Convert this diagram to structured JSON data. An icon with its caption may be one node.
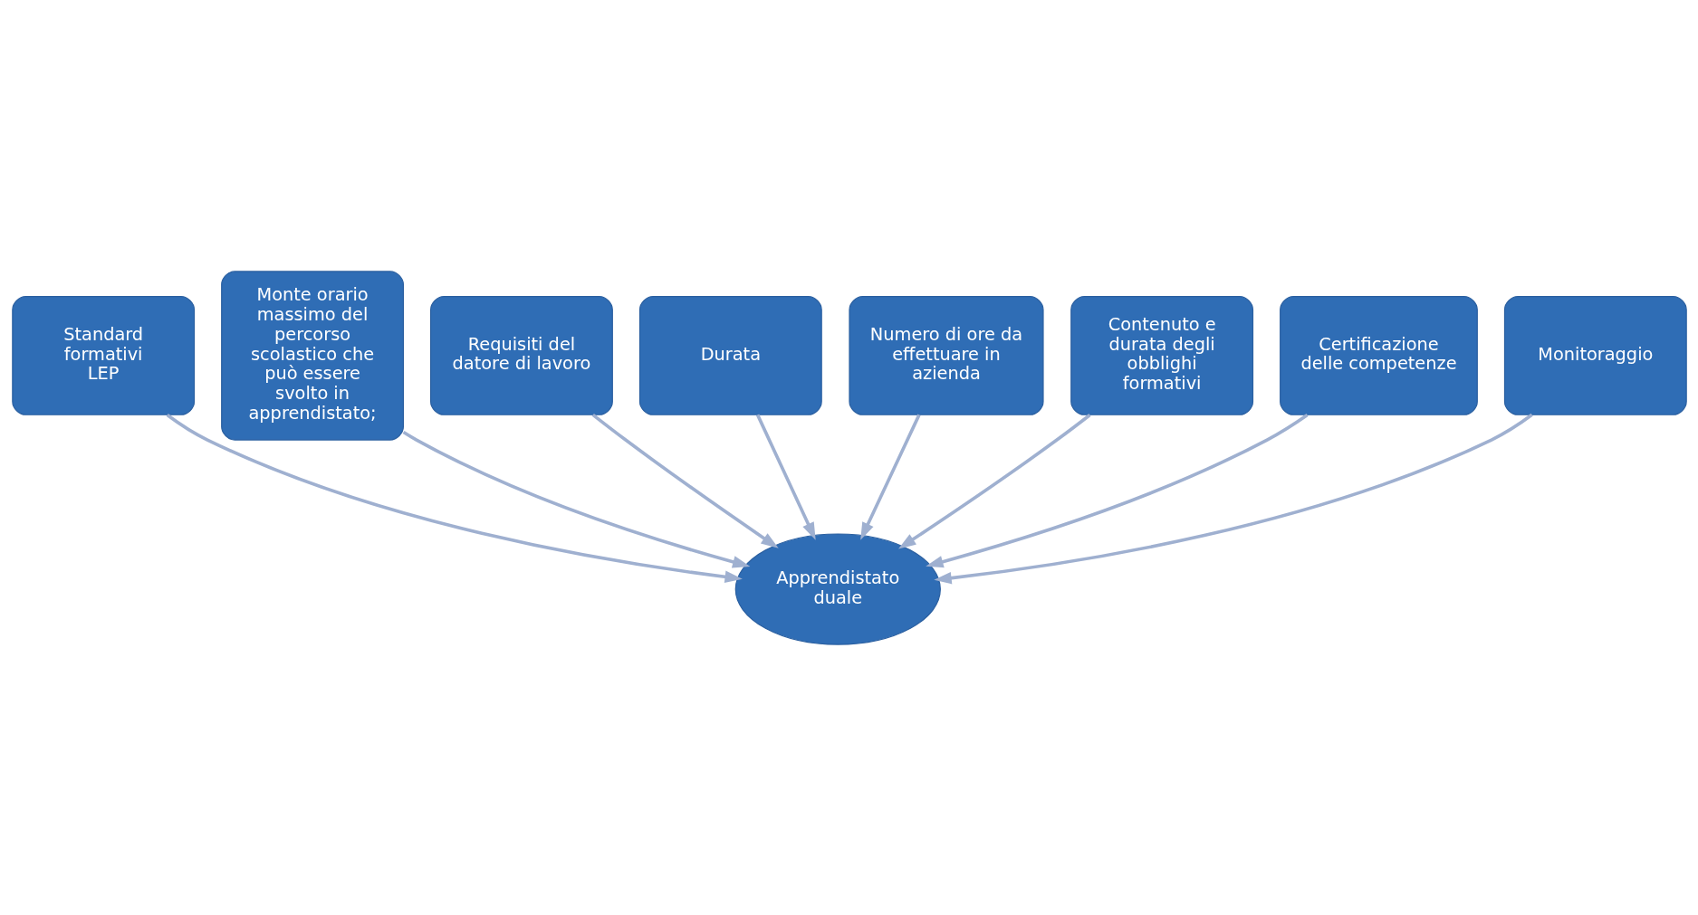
{
  "diagram": {
    "nodes": [
      {
        "text": [
          "Standard formativi",
          "LEP"
        ]
      },
      {
        "text": [
          "Monte orario massimo del percorso scolastico che può essere svolto in apprendistato;"
        ]
      },
      {
        "text": [
          "Requisiti del datore di lavoro"
        ]
      },
      {
        "text": [
          "Durata"
        ]
      },
      {
        "text": [
          "Numero di ore da effettuare in azienda"
        ]
      },
      {
        "text": [
          "Contenuto e durata degli obblighi formativi"
        ]
      },
      {
        "text": [
          "Certificazione delle competenze"
        ]
      },
      {
        "text": [
          "Monitoraggio"
        ]
      },
      {
        "text": [
          "Apprendistato duale"
        ]
      }
    ],
    "edges": [
      {
        "from": 0,
        "to": 8,
        "arrow": "to"
      },
      {
        "from": 1,
        "to": 8,
        "arrow": "to"
      },
      {
        "from": 2,
        "to": 8,
        "arrow": "to"
      },
      {
        "from": 3,
        "to": 8,
        "arrow": "to"
      },
      {
        "from": 4,
        "to": 8,
        "arrow": "to"
      },
      {
        "from": 5,
        "to": 8,
        "arrow": "to"
      },
      {
        "from": 6,
        "to": 8,
        "arrow": "to"
      },
      {
        "from": 7,
        "to": 8,
        "arrow": "to"
      }
    ]
  }
}
